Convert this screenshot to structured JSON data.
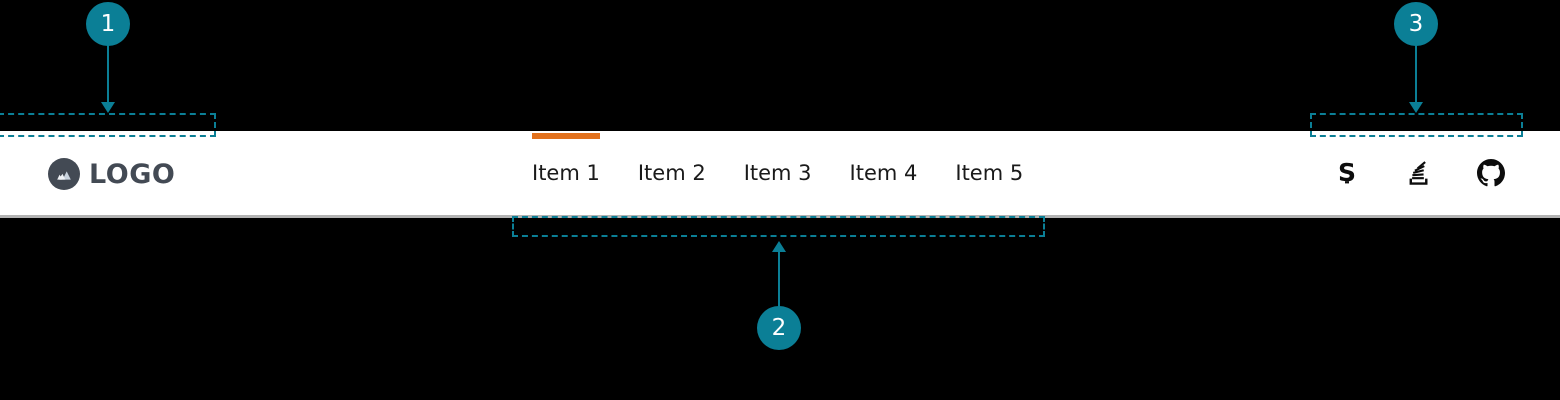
{
  "header": {
    "brand": {
      "icon": "mountain-logo-icon",
      "text": "LOGO"
    },
    "nav_items": [
      {
        "label": "Item 1",
        "active": true
      },
      {
        "label": "Item 2",
        "active": false
      },
      {
        "label": "Item 3",
        "active": false
      },
      {
        "label": "Item 4",
        "active": false
      },
      {
        "label": "Item 5",
        "active": false
      }
    ],
    "social_links": [
      {
        "icon": "superuser-s-icon",
        "name": "Super User"
      },
      {
        "icon": "stack-overflow-icon",
        "name": "Stack Overflow"
      },
      {
        "icon": "github-icon",
        "name": "GitHub"
      }
    ]
  },
  "annotations": {
    "accent_color": "#0b7f96",
    "markers": [
      {
        "number": "1",
        "target": "brand-logo-region"
      },
      {
        "number": "2",
        "target": "primary-nav-region"
      },
      {
        "number": "3",
        "target": "social-links-region"
      }
    ]
  },
  "colors": {
    "active_underline": "#e2711d",
    "header_background": "#ffffff",
    "header_border": "#b3b3b3",
    "page_background": "#000000",
    "brand_text": "#434a54",
    "nav_text": "#1a1a1a",
    "annotation_teal": "#0b7f96"
  }
}
